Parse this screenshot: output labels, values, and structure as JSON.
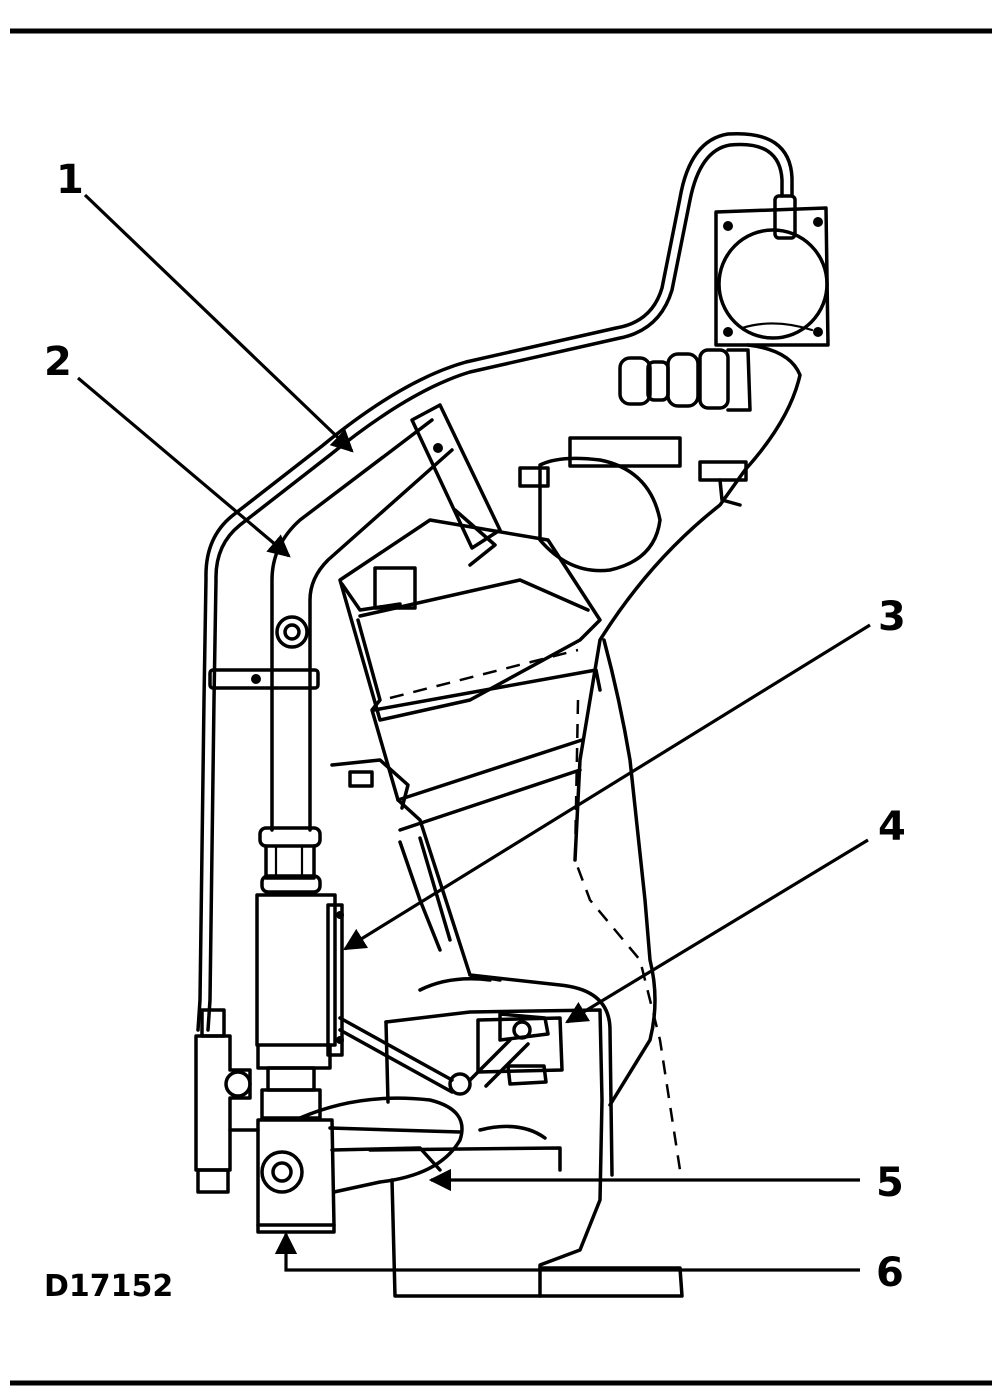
{
  "figure_id": "D17152",
  "callouts": [
    {
      "id": "1",
      "label": "1"
    },
    {
      "id": "2",
      "label": "2"
    },
    {
      "id": "3",
      "label": "3"
    },
    {
      "id": "4",
      "label": "4"
    },
    {
      "id": "5",
      "label": "5"
    },
    {
      "id": "6",
      "label": "6"
    }
  ]
}
